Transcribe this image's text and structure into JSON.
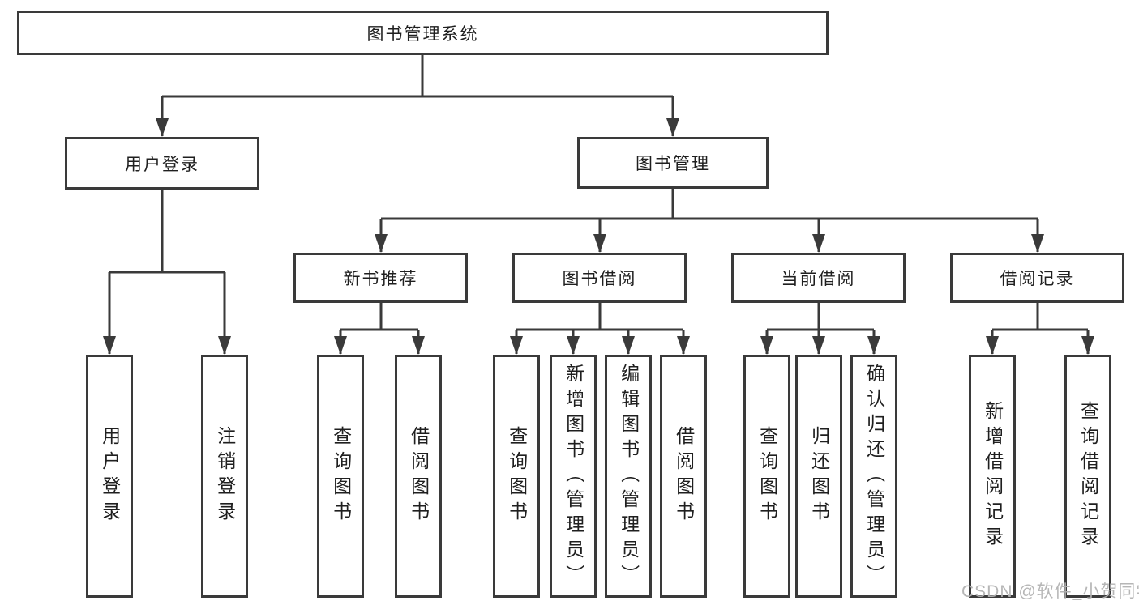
{
  "diagram_title": "图书管理系统",
  "nodes": {
    "root": "图书管理系统",
    "user_login": "用户登录",
    "book_mgmt": "图书管理",
    "new_book_rec": "新书推荐",
    "book_borrow": "图书借阅",
    "current_borrow": "当前借阅",
    "borrow_records": "借阅记录",
    "leaf_user_login": "用户登录",
    "leaf_logout": "注销登录",
    "rec_query_book": "查询图书",
    "rec_borrow_book": "借阅图书",
    "bb_query_book": "查询图书",
    "bb_add_book": "新增图书（管理员）",
    "bb_edit_book": "编辑图书（管理员）",
    "bb_borrow_book": "借阅图书",
    "cb_query_book": "查询图书",
    "cb_return_book": "归还图书",
    "cb_confirm_return": "确认归还（管理员）",
    "br_add_record": "新增借阅记录",
    "br_query_record": "查询借阅记录"
  },
  "hierarchy": {
    "label": "图书管理系统",
    "children": [
      {
        "label": "用户登录",
        "children": [
          {
            "label": "用户登录"
          },
          {
            "label": "注销登录"
          }
        ]
      },
      {
        "label": "图书管理",
        "children": [
          {
            "label": "新书推荐",
            "children": [
              {
                "label": "查询图书"
              },
              {
                "label": "借阅图书"
              }
            ]
          },
          {
            "label": "图书借阅",
            "children": [
              {
                "label": "查询图书"
              },
              {
                "label": "新增图书（管理员）"
              },
              {
                "label": "编辑图书（管理员）"
              },
              {
                "label": "借阅图书"
              }
            ]
          },
          {
            "label": "当前借阅",
            "children": [
              {
                "label": "查询图书"
              },
              {
                "label": "归还图书"
              },
              {
                "label": "确认归还（管理员）"
              }
            ]
          },
          {
            "label": "借阅记录",
            "children": [
              {
                "label": "新增借阅记录"
              },
              {
                "label": "查询借阅记录"
              }
            ]
          }
        ]
      }
    ]
  },
  "colors": {
    "line": "#3a3a3a",
    "text": "#1f1f1f",
    "background": "#ffffff",
    "watermark": "#b2b2b2"
  },
  "watermark": {
    "text": "CSDN @软件_小贺同学"
  }
}
